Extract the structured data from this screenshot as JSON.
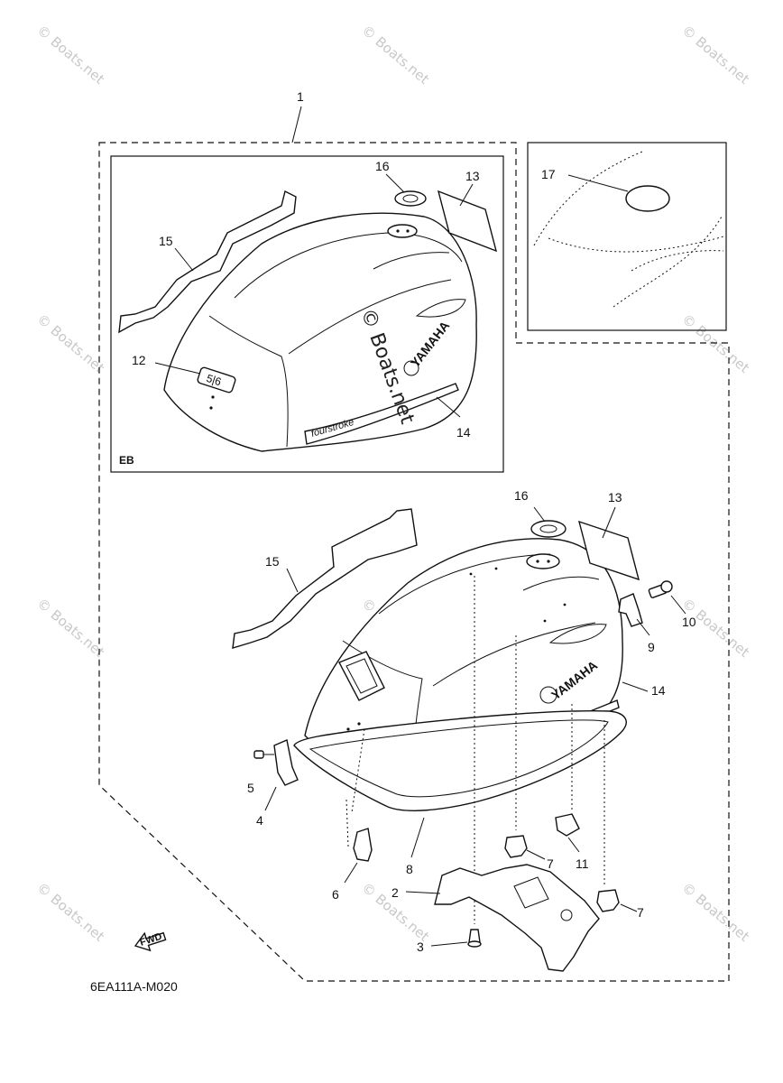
{
  "watermark": "© Boats.net",
  "center_watermark": "© Boats.net",
  "diagram_code": "6EA111A-M020",
  "inset_tag": "EB",
  "fwd_label": "FWD",
  "decal_brand": "YAMAHA",
  "decal_script": "fourstroke",
  "badge_text": "5|6",
  "callouts": {
    "c1": "1",
    "c2": "2",
    "c3": "3",
    "c4": "4",
    "c5": "5",
    "c6": "6",
    "c7a": "7",
    "c7b": "7",
    "c8": "8",
    "c9": "9",
    "c10": "10",
    "c11": "11",
    "c12": "12",
    "c13_inset": "13",
    "c14_inset": "14",
    "c15_inset": "15",
    "c16_inset": "16",
    "c13": "13",
    "c14": "14",
    "c15": "15",
    "c16": "16",
    "c17": "17"
  },
  "colors": {
    "line": "#111111",
    "watermark": "#c8c8c8",
    "background": "#ffffff"
  }
}
